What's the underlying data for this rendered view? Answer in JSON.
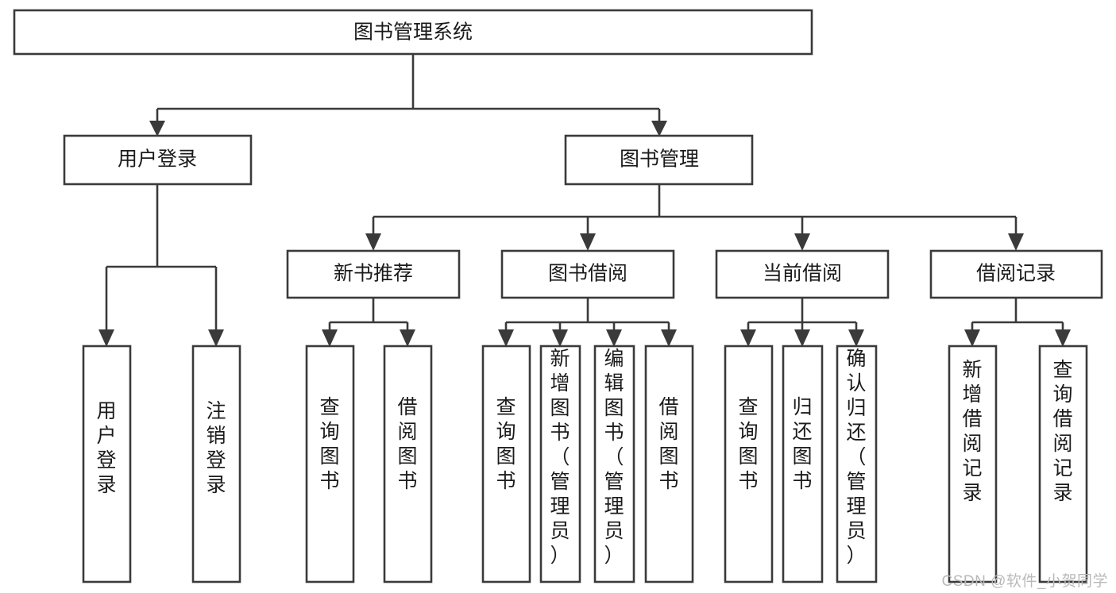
{
  "diagram": {
    "type": "tree-hierarchy",
    "title": "图书管理系统",
    "watermark": "CSDN @软件_小贺同学",
    "colors": {
      "stroke": "#3a3a3a",
      "fill": "#ffffff",
      "text": "#1b1b1b",
      "watermark": "#b9b9b9"
    },
    "levels": [
      {
        "level": 1,
        "nodes": [
          {
            "id": "root",
            "label": "图书管理系统",
            "orientation": "horizontal"
          }
        ]
      },
      {
        "level": 2,
        "nodes": [
          {
            "id": "login",
            "label": "用户登录",
            "orientation": "horizontal",
            "parent": "root"
          },
          {
            "id": "bookmgmt",
            "label": "图书管理",
            "orientation": "horizontal",
            "parent": "root"
          }
        ]
      },
      {
        "level": 3,
        "nodes": [
          {
            "id": "newbook",
            "label": "新书推荐",
            "orientation": "horizontal",
            "parent": "bookmgmt"
          },
          {
            "id": "borrow",
            "label": "图书借阅",
            "orientation": "horizontal",
            "parent": "bookmgmt"
          },
          {
            "id": "current",
            "label": "当前借阅",
            "orientation": "horizontal",
            "parent": "bookmgmt"
          },
          {
            "id": "records",
            "label": "借阅记录",
            "orientation": "horizontal",
            "parent": "bookmgmt"
          }
        ]
      },
      {
        "level": 4,
        "nodes": [
          {
            "id": "leaf-user-login",
            "label": "用户登录",
            "orientation": "vertical",
            "parent": "login"
          },
          {
            "id": "leaf-user-logout",
            "label": "注销登录",
            "orientation": "vertical",
            "parent": "login"
          },
          {
            "id": "leaf-query-book-1",
            "label": "查询图书",
            "orientation": "vertical",
            "parent": "newbook"
          },
          {
            "id": "leaf-borrow-book-1",
            "label": "借阅图书",
            "orientation": "vertical",
            "parent": "newbook"
          },
          {
            "id": "leaf-query-book-2",
            "label": "查询图书",
            "orientation": "vertical",
            "parent": "borrow"
          },
          {
            "id": "leaf-add-book",
            "label": "新增图书（管理员）",
            "orientation": "vertical",
            "parent": "borrow"
          },
          {
            "id": "leaf-edit-book",
            "label": "编辑图书（管理员）",
            "orientation": "vertical",
            "parent": "borrow"
          },
          {
            "id": "leaf-borrow-book-2",
            "label": "借阅图书",
            "orientation": "vertical",
            "parent": "borrow"
          },
          {
            "id": "leaf-query-book-3",
            "label": "查询图书",
            "orientation": "vertical",
            "parent": "current"
          },
          {
            "id": "leaf-return-book",
            "label": "归还图书",
            "orientation": "vertical",
            "parent": "current"
          },
          {
            "id": "leaf-confirm-return",
            "label": "确认归还（管理员）",
            "orientation": "vertical",
            "parent": "current"
          },
          {
            "id": "leaf-add-record",
            "label": "新增借阅记录",
            "orientation": "vertical",
            "parent": "records"
          },
          {
            "id": "leaf-query-record",
            "label": "查询借阅记录",
            "orientation": "vertical",
            "parent": "records"
          }
        ]
      }
    ]
  }
}
